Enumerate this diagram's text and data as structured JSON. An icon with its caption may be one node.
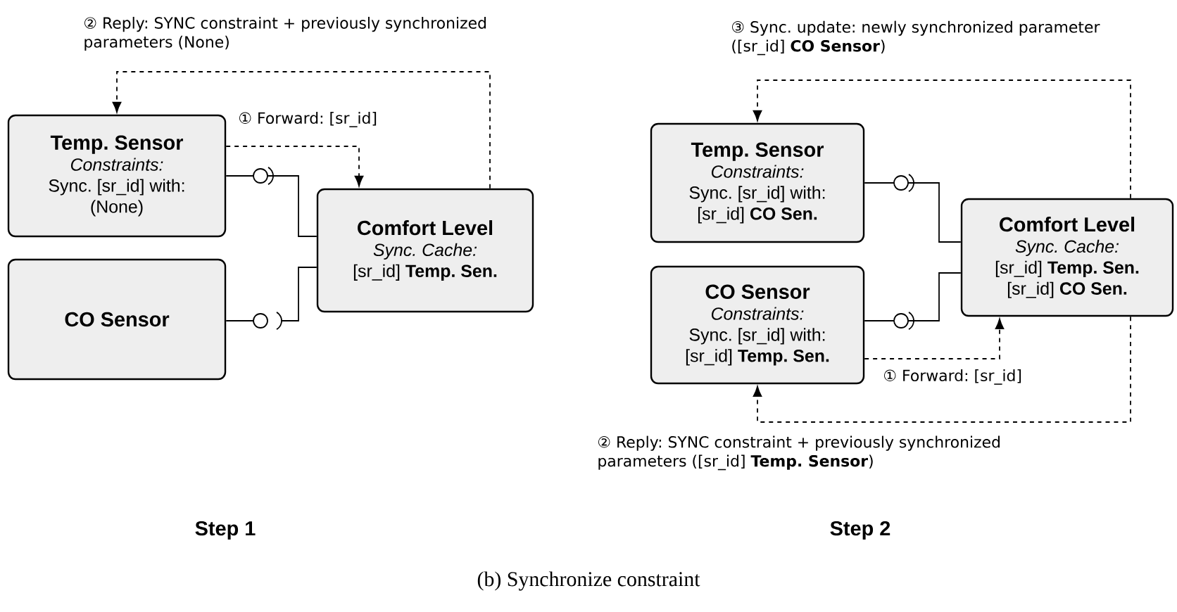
{
  "diagram": {
    "caption": "(b) Synchronize constraint",
    "nodes": [
      {
        "text": [
          "Temp. Sensor",
          "Constraints:",
          "Sync. [sr_id] with: (None)"
        ]
      },
      {
        "text": [
          "Comfort Level",
          "Sync. Cache:",
          "[sr_id] **Temp. Sen.**"
        ]
      },
      {
        "text": [
          "CO Sensor"
        ]
      },
      {
        "text": [
          "Temp. Sensor",
          "Constraints:",
          "Sync. [sr_id] with: [sr_id] **CO Sen.**"
        ]
      },
      {
        "text": [
          "CO Sensor",
          "Constraints:",
          "Sync. [sr_id] with: [sr_id] **Temp. Sen.**"
        ]
      },
      {
        "text": [
          "Comfort Level",
          "Sync. Cache:",
          "[sr_id] **Temp. Sen.**",
          "[sr_id] **CO Sen.**"
        ]
      }
    ],
    "edges": [
      {
        "from": 0,
        "to": 1,
        "arrow": "none"
      },
      {
        "from": 2,
        "to": null,
        "arrow": "other"
      },
      {
        "from": 1,
        "to": null,
        "arrow": "none"
      },
      {
        "from": 0,
        "to": 1,
        "arrow": "to",
        "style": "dashed",
        "label": "① Forward: [sr_id]"
      },
      {
        "from": 1,
        "to": 0,
        "arrow": "to",
        "style": "dashed",
        "label": "② Reply: SYNC constraint + previously synchronized parameters (None)"
      },
      {
        "from": 3,
        "to": 5,
        "arrow": "none"
      },
      {
        "from": 4,
        "to": 5,
        "arrow": "none"
      },
      {
        "from": 4,
        "to": 5,
        "arrow": "to",
        "style": "dashed",
        "label": "① Forward: [sr_id]"
      },
      {
        "from": 5,
        "to": 4,
        "arrow": "to",
        "style": "dashed",
        "label": "② Reply: SYNC constraint + previously synchronized parameters ([sr_id] **Temp. Sensor**)"
      },
      {
        "from": 5,
        "to": 3,
        "arrow": "to",
        "style": "dashed",
        "label": "③ Sync. update: newly synchronized parameter ([sr_id] **CO Sensor**)"
      }
    ],
    "labels": [
      "Step 1",
      "Step 2"
    ]
  }
}
